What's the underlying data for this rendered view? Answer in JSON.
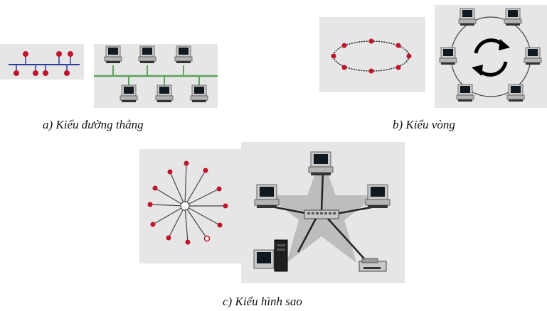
{
  "captions": {
    "bus": "a) Kiểu đường thẳng",
    "ring": "b) Kiểu vòng",
    "star": "c) Kiểu hình sao"
  },
  "colors": {
    "panel_bg": "#e6e6e6",
    "node_red": "#c0142a",
    "bus_line_blue": "#2a3f9e",
    "bus_line_green": "#5ea35a",
    "star_shape": "#bdbdbd",
    "computer_body": "#c8c8c8",
    "screen": "#101820"
  },
  "icons": [
    "computer-icon",
    "hub-icon",
    "tower-computer-icon",
    "printer-icon",
    "circular-arrows-icon"
  ]
}
